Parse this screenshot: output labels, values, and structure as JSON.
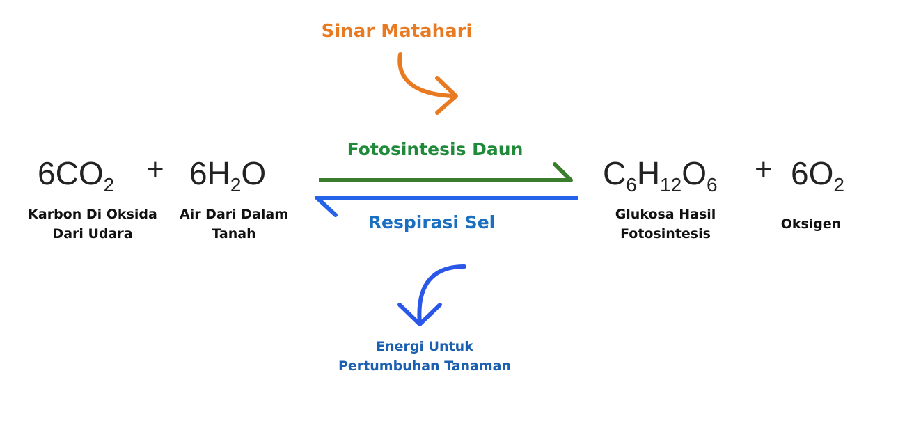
{
  "sunlight": {
    "label": "Sinar Matahari",
    "color": "#e87a22"
  },
  "photosynthesis": {
    "label": "Fotosintesis Daun",
    "color": "#1f8a3a",
    "arrow_color": "#3a7d2c"
  },
  "respiration": {
    "label": "Respirasi Sel",
    "color": "#1a6fc0",
    "arrow_color": "#2563eb"
  },
  "energy": {
    "line1": "Energi Untuk",
    "line2": "Pertumbuhan Tanaman",
    "color": "#1a5fb0",
    "arrow_color": "#2a57e8"
  },
  "reactants": [
    {
      "coef": "6",
      "formula": [
        "C",
        "O",
        {
          "sub": "2"
        }
      ],
      "caption": [
        "Karbon Di Oksida",
        "Dari Udara"
      ]
    },
    {
      "coef": "6",
      "formula": [
        "H",
        {
          "sub": "2"
        },
        "O"
      ],
      "caption": [
        "Air Dari Dalam",
        "Tanah"
      ]
    }
  ],
  "products": [
    {
      "coef": "",
      "formula": [
        "C",
        {
          "sub": "6"
        },
        "H",
        {
          "sub": "12"
        },
        "O",
        {
          "sub": "6"
        }
      ],
      "caption": [
        "Glukosa Hasil",
        "Fotosintesis"
      ]
    },
    {
      "coef": "6",
      "formula": [
        "O",
        {
          "sub": "2"
        }
      ],
      "caption": [
        "Oksigen"
      ]
    }
  ],
  "plus_sign": "+"
}
